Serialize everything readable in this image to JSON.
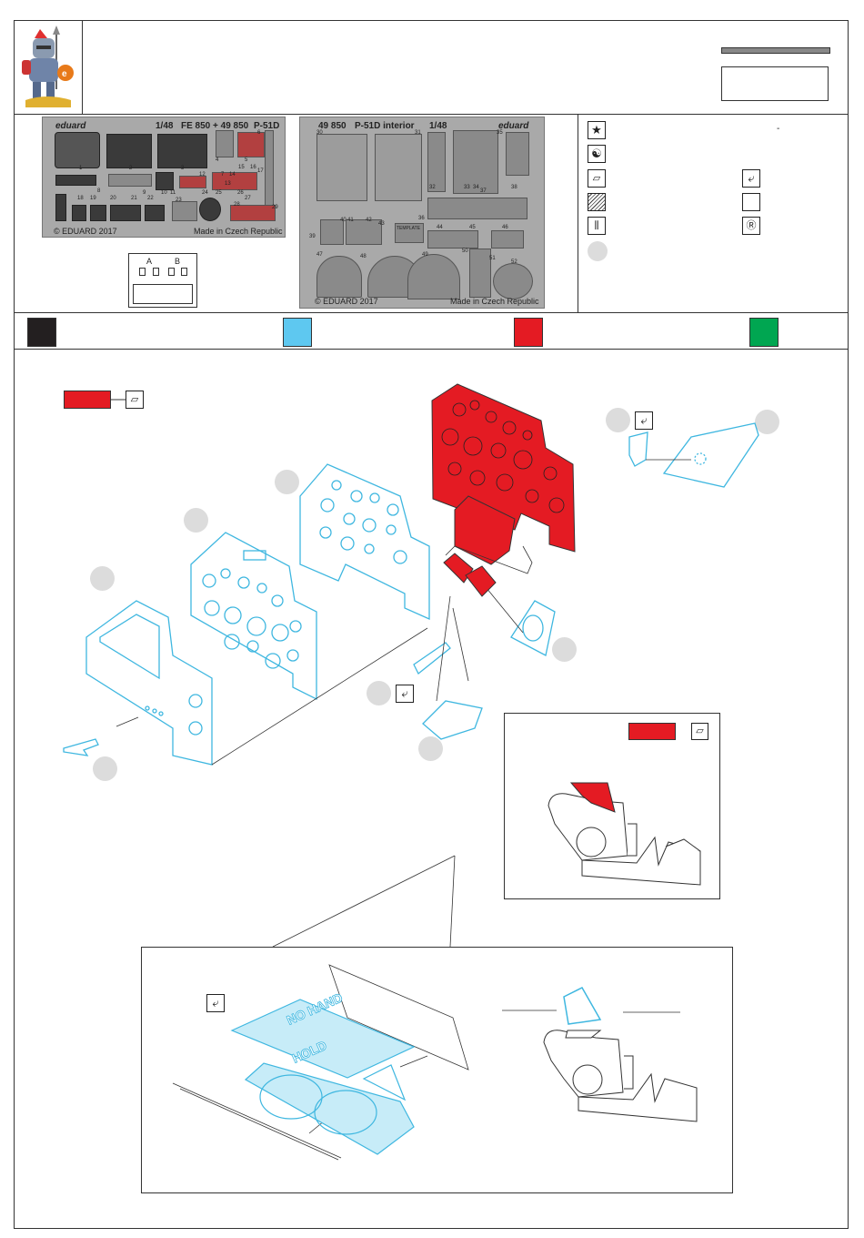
{
  "fret1": {
    "brand": "eduard",
    "scale": "1/48",
    "code": "FE 850 + 49 850",
    "aircraft": "P-51D",
    "copyright": "© EDUARD 2017",
    "made_in": "Made in Czech Republic",
    "part_numbers": [
      "1",
      "2",
      "3",
      "4",
      "5",
      "6",
      "7",
      "8",
      "9",
      "10",
      "11",
      "12",
      "13",
      "14",
      "15",
      "16",
      "17",
      "18",
      "19",
      "20",
      "21",
      "22",
      "23",
      "24",
      "25",
      "26",
      "27",
      "28",
      "29"
    ]
  },
  "fret2": {
    "code": "49 850",
    "title": "P-51D interior",
    "scale": "1/48",
    "brand": "eduard",
    "copyright": "© EDUARD 2017",
    "made_in": "Made in Czech Republic",
    "template_label": "TEMPLATE",
    "part_numbers": [
      "30",
      "31",
      "32",
      "33",
      "34",
      "35",
      "36",
      "37",
      "38",
      "39",
      "40",
      "41",
      "42",
      "43",
      "44",
      "45",
      "46",
      "47",
      "48",
      "49",
      "50",
      "51",
      "52"
    ]
  },
  "legend": {
    "option_a": "A",
    "option_b": "B",
    "dash_mark": "-"
  },
  "colors": {
    "black": "#231f20",
    "light_blue": "#5ec8f0",
    "red": "#e41b23",
    "green": "#00a651",
    "parts_blue": "#3fb7e0"
  },
  "icons": [
    "star-icon",
    "yin-yang-icon",
    "decal-icon",
    "fold-icon",
    "stripes-icon",
    "drill-icon",
    "bend-icon",
    "empty-box-icon",
    "r-circle-icon"
  ],
  "placard": {
    "line1": "NO HAND",
    "line2": "HOLD"
  }
}
